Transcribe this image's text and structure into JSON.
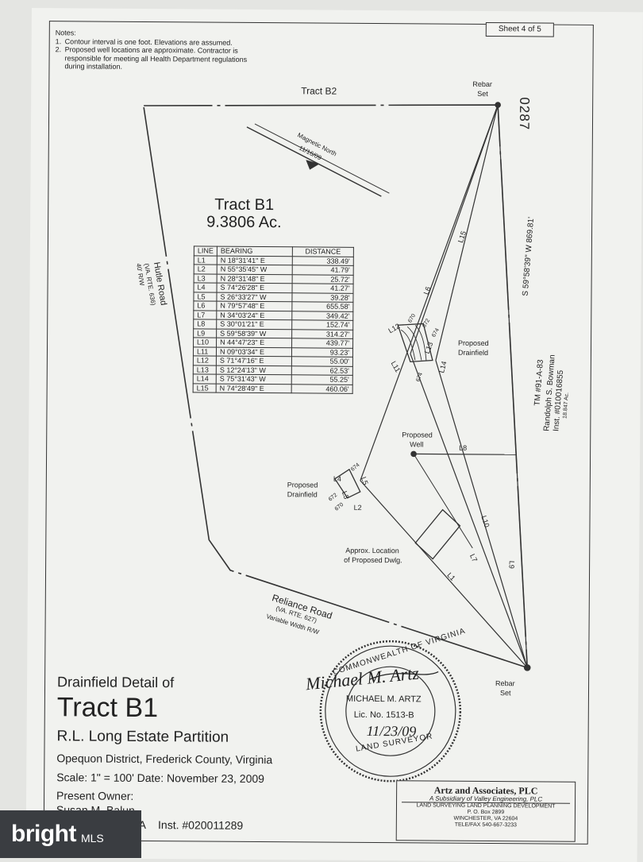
{
  "sheet_label": "Sheet 4 of 5",
  "doc_code": "0287",
  "notes": {
    "heading": "Notes:",
    "items": [
      {
        "num": "1.",
        "lines": [
          "Contour interval is one foot. Elevations are assumed."
        ]
      },
      {
        "num": "2.",
        "lines": [
          "Proposed well locations are approximate. Contractor is",
          "responsible for meeting all Health Department regulations",
          "during installation."
        ]
      }
    ]
  },
  "labels": {
    "tract_b2": "Tract B2",
    "rebar_top_1": "Rebar",
    "rebar_top_2": "Set",
    "magnetic_north_1": "Magnetic North",
    "magnetic_north_2": "11/16/09",
    "tract_name": "Tract B1",
    "tract_area": "9.3806 Ac.",
    "hutle_road_1": "Hutle Road",
    "hutle_road_2": "(VA. RTE. 636)",
    "hutle_road_3": "40' R/W",
    "proposed_drainfield_right_1": "Proposed",
    "proposed_drainfield_right_2": "Drainfield",
    "proposed_well_1": "Proposed",
    "proposed_well_2": "Well",
    "proposed_drainfield_left_1": "Proposed",
    "proposed_drainfield_left_2": "Drainfield",
    "dwelling_1": "Approx. Location",
    "dwelling_2": "of Proposed Dwlg.",
    "reliance_road_1": "Reliance Road",
    "reliance_road_2": "(VA. RTE. 627)",
    "reliance_road_3": "Variable Width R/W",
    "rebar_bottom_1": "Rebar",
    "rebar_bottom_2": "Set",
    "east_bearing": "S 59°58'39\" W  869.81'",
    "adjoiner_1": "TM #91-A-83",
    "adjoiner_2": "Randolph S. Bowman",
    "adjoiner_3": "Inst. #010016855",
    "adjoiner_4": "18.847 Ac.",
    "line_l1": "L1",
    "line_l2": "L2",
    "line_l3": "L3",
    "line_l4": "L4",
    "line_l5": "L5",
    "line_l6": "L6",
    "line_l7": "L7",
    "line_l8": "L8",
    "line_l9": "L9",
    "line_l10": "L10",
    "line_l11": "L11",
    "line_l12": "L12",
    "line_l13": "L13",
    "line_l14": "L14",
    "line_l15": "L15",
    "contour_670": "670",
    "contour_672": "672",
    "contour_674": "674",
    "contour_674b": "674",
    "contour_674c": "674",
    "contour_672b": "672",
    "contour_670b": "670"
  },
  "bearing_table": {
    "headers": [
      "LINE",
      "BEARING",
      "DISTANCE"
    ],
    "rows": [
      [
        "L1",
        "N 18°31'41\" E",
        "338.49'"
      ],
      [
        "L2",
        "N 55°35'45\" W",
        "41.79'"
      ],
      [
        "L3",
        "N 28°31'48\" E",
        "25.72'"
      ],
      [
        "L4",
        "S 74°26'28\" E",
        "41.27'"
      ],
      [
        "L5",
        "S 26°33'27\" W",
        "39.28'"
      ],
      [
        "L6",
        "N 79°57'48\" E",
        "655.58'"
      ],
      [
        "L7",
        "N 34°03'24\" E",
        "349.42'"
      ],
      [
        "L8",
        "S 30°01'21\" E",
        "152.74'"
      ],
      [
        "L9",
        "S 59°58'39\" W",
        "314.27'"
      ],
      [
        "L10",
        "N 44°47'23\" E",
        "439.77'"
      ],
      [
        "L11",
        "N 09°03'34\" E",
        "93.23'"
      ],
      [
        "L12",
        "S 71°47'16\" E",
        "55.00'"
      ],
      [
        "L13",
        "S 12°24'13\" W",
        "62.53'"
      ],
      [
        "L14",
        "S 75°31'43\" W",
        "55.25'"
      ],
      [
        "L15",
        "N 74°28'49\" E",
        "460.06'"
      ]
    ]
  },
  "seal": {
    "outer_top": "COMMONWEALTH OF VIRGINIA",
    "outer_bottom": "LAND SURVEYOR",
    "name": "MICHAEL M. ARTZ",
    "license": "Lic. No. 1513-B",
    "date": "11/23/09",
    "signature": "Michael M. Artz"
  },
  "title_block": {
    "line1": "Drainfield Detail of",
    "line2": "Tract B1",
    "line3": "R.L. Long Estate Partition",
    "line4": "Opequon District, Frederick County, Virginia",
    "line5": "Scale: 1\" = 100'  Date: November 23, 2009",
    "line6": "Present Owner:",
    "line7": "Susan M. Balun",
    "line8_a": "3A",
    "line8_b": "Inst. #020011289"
  },
  "firm": {
    "name": "Artz and Associates, PLC",
    "subsidiary": "A Subsidiary of Valley Engineering, PLC",
    "services": "LAND SURVEYING     LAND PLANNING     DEVELOPMENT",
    "po": "P. O. Box 2899",
    "city": "WINCHESTER, VA   22604",
    "phone": "TELE/FAX 540-667-3233"
  },
  "watermark": {
    "brand": "bright",
    "suffix": "MLS"
  }
}
